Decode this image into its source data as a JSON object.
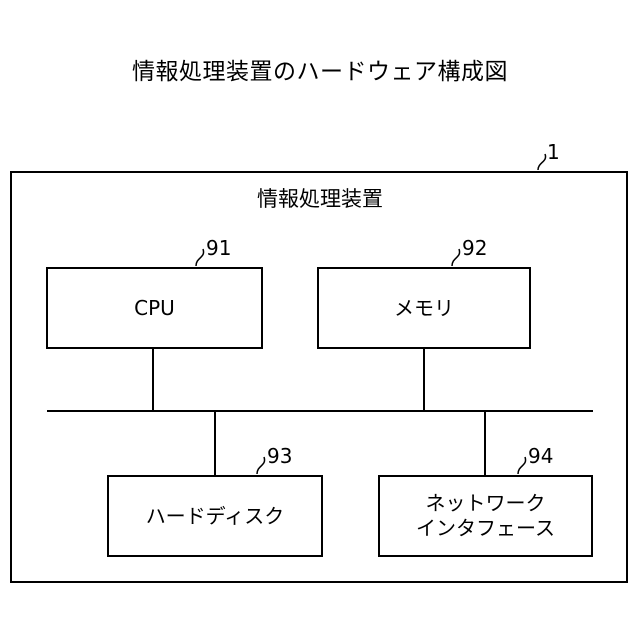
{
  "title": "情報処理装置のハードウェア構成図",
  "apparatus": {
    "label": "情報処理装置",
    "ref": "1"
  },
  "components": {
    "cpu": {
      "label": "CPU",
      "ref": "91"
    },
    "memory": {
      "label": "メモリ",
      "ref": "92"
    },
    "hdd": {
      "label": "ハードディスク",
      "ref": "93"
    },
    "network": {
      "label_line1": "ネットワーク",
      "label_line2": "インタフェース",
      "ref": "94"
    }
  },
  "colors": {
    "line": "#000000",
    "background": "#ffffff"
  }
}
